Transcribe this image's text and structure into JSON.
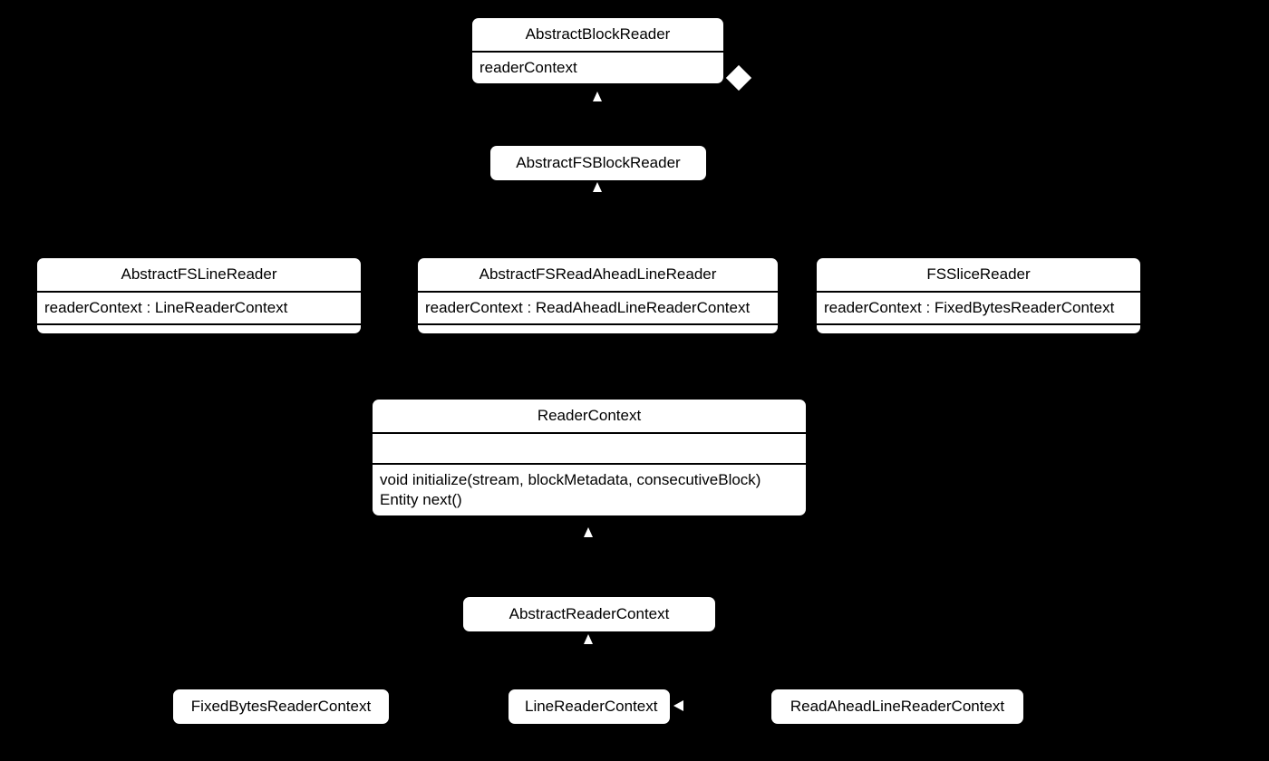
{
  "diagram": {
    "title": "Reader / ReaderContext class hierarchy",
    "background_color": "#000000",
    "box_fill_color": "#ffffff",
    "line_color": "#ffffff",
    "text_color": "#000000"
  },
  "classes": {
    "abstract_block_reader": {
      "name": "AbstractBlockReader",
      "attributes": "readerContext"
    },
    "abstract_fs_block_reader": {
      "name": "AbstractFSBlockReader"
    },
    "abstract_fs_line_reader": {
      "name": "AbstractFSLineReader",
      "attributes": "readerContext : LineReaderContext"
    },
    "abstract_fs_read_ahead_line_reader": {
      "name": "AbstractFSReadAheadLineReader",
      "attributes": "readerContext : ReadAheadLineReaderContext"
    },
    "fs_slice_reader": {
      "name": "FSSliceReader",
      "attributes": "readerContext : FixedBytesReaderContext"
    },
    "reader_context": {
      "name": "ReaderContext",
      "attributes": "",
      "methods": "void initialize(stream, blockMetadata, consecutiveBlock)\nEntity next()"
    },
    "abstract_reader_context": {
      "name": "AbstractReaderContext"
    },
    "fixed_bytes_reader_context": {
      "name": "FixedBytesReaderContext"
    },
    "line_reader_context": {
      "name": "LineReaderContext"
    },
    "read_ahead_line_reader_context": {
      "name": "ReadAheadLineReaderContext"
    }
  },
  "connectors": [
    {
      "id": "inherit-absfsblockreader-to-absblockreader",
      "type": "generalization",
      "marker": "hollow-triangle-up",
      "from": "abstract_fs_block_reader",
      "to": "abstract_block_reader"
    },
    {
      "id": "inherit-subreaders-to-absfsblockreader",
      "type": "generalization",
      "marker": "hollow-triangle-up",
      "from": "abstract_fs_line_reader, abstract_fs_read_ahead_line_reader, fs_slice_reader",
      "to": "abstract_fs_block_reader"
    },
    {
      "id": "composition-absblockreader-readercontext",
      "type": "composition",
      "marker": "filled-diamond",
      "from": "abstract_block_reader",
      "to": "reader_context"
    },
    {
      "id": "inherit-absreadercontext-to-readercontext",
      "type": "generalization",
      "marker": "hollow-triangle-up",
      "from": "abstract_reader_context",
      "to": "reader_context"
    },
    {
      "id": "inherit-contexts-to-absreadercontext",
      "type": "generalization",
      "marker": "hollow-triangle-up",
      "from": "fixed_bytes_reader_context, line_reader_context, read_ahead_line_reader_context",
      "to": "abstract_reader_context"
    },
    {
      "id": "assoc-readaheadlinereadercontext-to-linereadercontext",
      "type": "association",
      "marker": "triangle-left",
      "from": "read_ahead_line_reader_context",
      "to": "line_reader_context"
    }
  ]
}
